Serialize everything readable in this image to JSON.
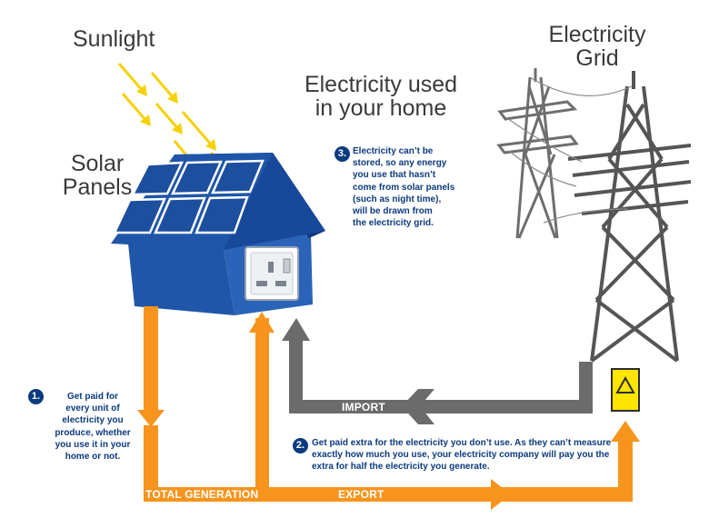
{
  "labels": {
    "sunlight": "Sunlight",
    "solar_panels_line1": "Solar",
    "solar_panels_line2": "Panels",
    "used_line1": "Electricity used",
    "used_line2": "in your home",
    "grid_line1": "Electricity",
    "grid_line2": "Grid"
  },
  "notes": [
    {
      "number": "1.",
      "lines": [
        "Get paid for",
        "every unit of",
        "electricity you",
        "produce, whether",
        "you use it in your",
        "home or not."
      ]
    },
    {
      "number": "2.",
      "lines": [
        "Get paid extra for the electricity you don’t use. As they can’t measure",
        "exactly how much you use, your electricity company will pay you the",
        "extra for half the electricity you generate."
      ]
    },
    {
      "number": "3.",
      "lines": [
        "Electricity can’t be",
        "stored, so any energy",
        "you use that hasn’t",
        "come from solar panels",
        "(such as night time),",
        "will be drawn from",
        "the electricity grid."
      ]
    }
  ],
  "flows": {
    "import": "IMPORT",
    "total_generation": "TOTAL GENERATION",
    "export": "EXPORT"
  },
  "colors": {
    "flow_orange": "#f7941d",
    "import_grey": "#6b6b6b",
    "house_blue": "#1f56a8",
    "roof_blue": "#17489a",
    "badge_blue": "#0b3a7e",
    "sun_yellow": "#f6d10a",
    "meter_yellow": "#ffe500",
    "pylon_grey": "#5a5a5a"
  },
  "icons": [
    "sun-ray-arrow-icon",
    "solar-panel-icon",
    "wall-socket-icon",
    "electricity-meter-icon",
    "pylon-icon"
  ]
}
